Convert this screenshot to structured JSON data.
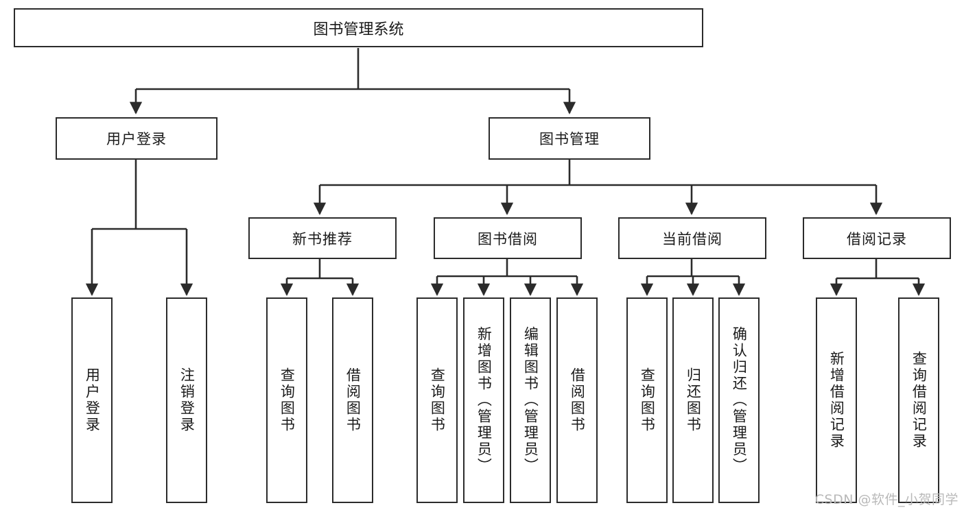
{
  "diagram": {
    "title": "图书管理系统",
    "watermark": "CSDN @软件_小贺同学",
    "colors": {
      "box_border": "#2b2b2b",
      "box_fill": "#ffffff",
      "edge": "#2b2b2b",
      "text": "#1a1a1a",
      "watermark": "#b9b9b9"
    },
    "levels": {
      "root": {
        "label": "图书管理系统"
      },
      "level2": [
        {
          "label": "用户登录"
        },
        {
          "label": "图书管理"
        }
      ],
      "level3": [
        {
          "label": "新书推荐"
        },
        {
          "label": "图书借阅"
        },
        {
          "label": "当前借阅"
        },
        {
          "label": "借阅记录"
        }
      ],
      "leaves_user_login": [
        {
          "label": "用户登录"
        },
        {
          "label": "注销登录"
        }
      ],
      "leaves_new_book": [
        {
          "label": "查询图书"
        },
        {
          "label": "借阅图书"
        }
      ],
      "leaves_borrow": [
        {
          "label": "查询图书"
        },
        {
          "label": "新增图书（管理员）"
        },
        {
          "label": "编辑图书（管理员）"
        },
        {
          "label": "借阅图书"
        }
      ],
      "leaves_current": [
        {
          "label": "查询图书"
        },
        {
          "label": "归还图书"
        },
        {
          "label": "确认归还（管理员）"
        }
      ],
      "leaves_records": [
        {
          "label": "新增借阅记录"
        },
        {
          "label": "查询借阅记录"
        }
      ]
    }
  }
}
